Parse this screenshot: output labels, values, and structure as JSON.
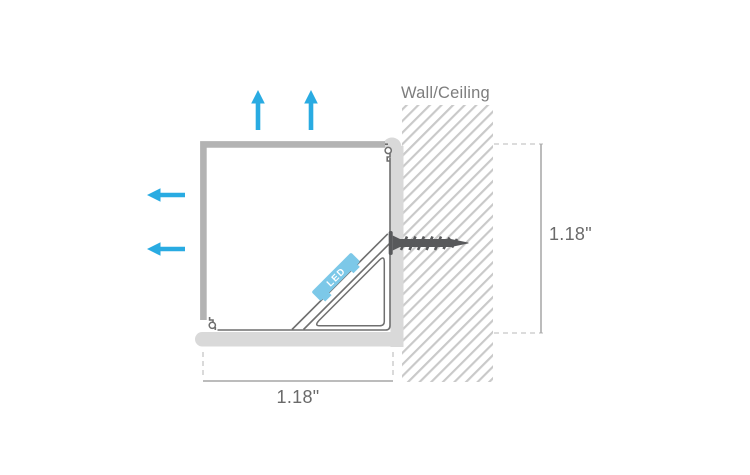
{
  "labels": {
    "wall_ceiling": "Wall/Ceiling",
    "led": "LED"
  },
  "dimensions": {
    "width_label": "1.18\"",
    "height_label": "1.18\""
  },
  "icons": {
    "arrow_up_icon": "↑",
    "arrow_left_icon": "←",
    "screw_icon": "screw"
  },
  "colors": {
    "accent_cyan": "#29abe2",
    "led_blue": "#7cc8e8",
    "profile_gray": "#b3b3b3",
    "outline_gray": "#6f6f6f",
    "silhouette_gray": "#d9d9d9",
    "hatch_gray": "#c9c9c9",
    "dimension_line": "#a5a5a5",
    "dashed_line": "#c6c6c6",
    "label_text": "#7d7d7d",
    "dimension_text": "#6a6a6a",
    "screw_gray": "#58595b"
  }
}
